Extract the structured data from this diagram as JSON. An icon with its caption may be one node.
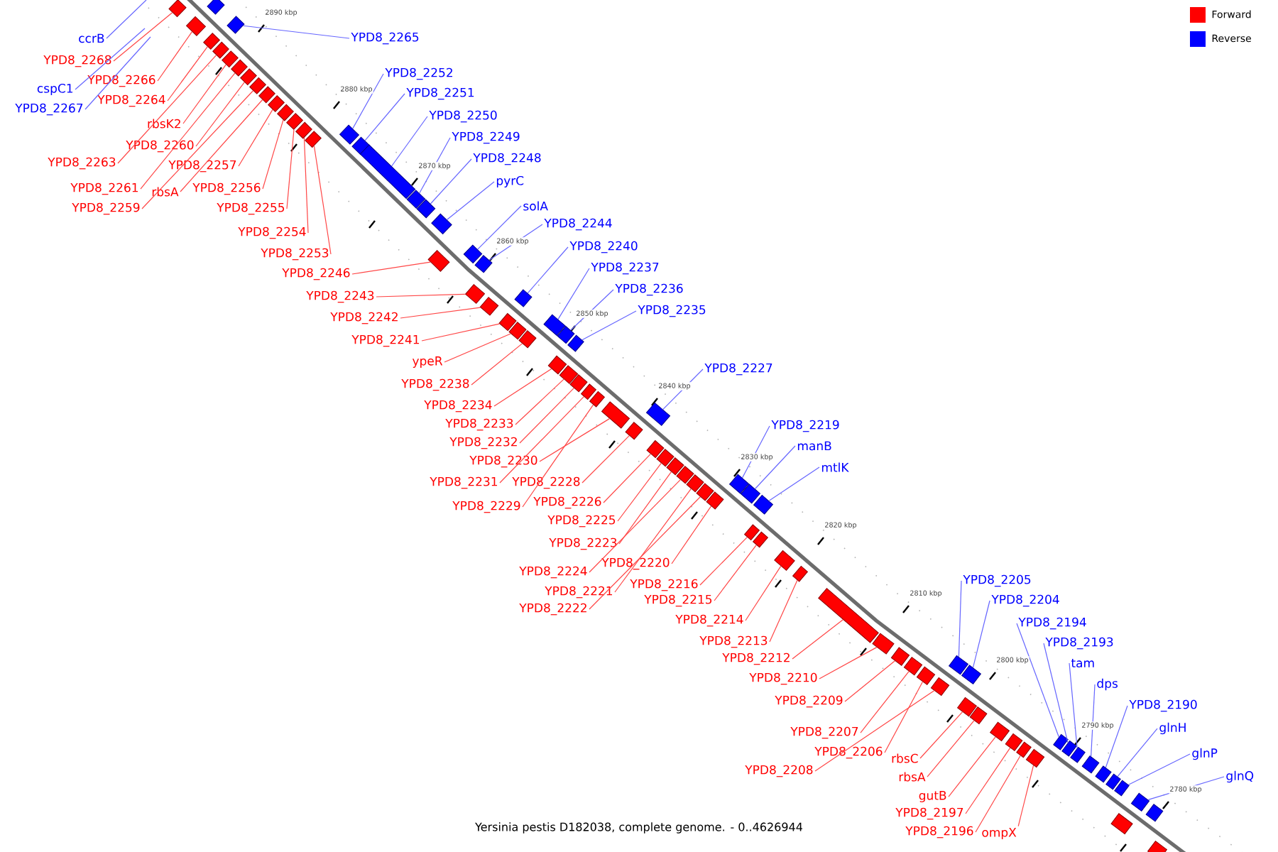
{
  "diagram": {
    "caption": "Yersinia pestis D182038, complete genome. - 0..4626944",
    "nodes": [
      {
        "text": [
          "ccrB"
        ]
      },
      {
        "text": [
          "YPD8_2265"
        ]
      },
      {
        "text": [
          "YPD8_2268"
        ]
      },
      {
        "text": [
          "YPD8_2252"
        ]
      },
      {
        "text": [
          "YPD8_2266"
        ]
      },
      {
        "text": [
          "cspC1"
        ]
      },
      {
        "text": [
          "YPD8_2251"
        ]
      },
      {
        "text": [
          "YPD8_2264"
        ]
      },
      {
        "text": [
          "YPD8_2267"
        ]
      },
      {
        "text": [
          "YPD8_2250"
        ]
      },
      {
        "text": [
          "rbsK2"
        ]
      },
      {
        "text": [
          "YPD8_2249"
        ]
      },
      {
        "text": [
          "YPD8_2260"
        ]
      },
      {
        "text": [
          "YPD8_2248"
        ]
      },
      {
        "text": [
          "YPD8_2263"
        ]
      },
      {
        "text": [
          "YPD8_2257"
        ]
      },
      {
        "text": [
          "pyrC"
        ]
      },
      {
        "text": [
          "YPD8_2261"
        ]
      },
      {
        "text": [
          "rbsA"
        ]
      },
      {
        "text": [
          "YPD8_2256"
        ]
      },
      {
        "text": [
          "solA"
        ]
      },
      {
        "text": [
          "YPD8_2259"
        ]
      },
      {
        "text": [
          "YPD8_2255"
        ]
      },
      {
        "text": [
          "YPD8_2244"
        ]
      },
      {
        "text": [
          "YPD8_2254"
        ]
      },
      {
        "text": [
          "YPD8_2240"
        ]
      },
      {
        "text": [
          "YPD8_2253"
        ]
      },
      {
        "text": [
          "YPD8_2237"
        ]
      },
      {
        "text": [
          "YPD8_2246"
        ]
      },
      {
        "text": [
          "YPD8_2236"
        ]
      },
      {
        "text": [
          "YPD8_2243"
        ]
      },
      {
        "text": [
          "YPD8_2235"
        ]
      },
      {
        "text": [
          "YPD8_2242"
        ]
      },
      {
        "text": [
          "YPD8_2241"
        ]
      },
      {
        "text": [
          "ypeR"
        ]
      },
      {
        "text": [
          "YPD8_2227"
        ]
      },
      {
        "text": [
          "YPD8_2238"
        ]
      },
      {
        "text": [
          "YPD8_2234"
        ]
      },
      {
        "text": [
          "YPD8_2233"
        ]
      },
      {
        "text": [
          "YPD8_2219"
        ]
      },
      {
        "text": [
          "YPD8_2232"
        ]
      },
      {
        "text": [
          "manB"
        ]
      },
      {
        "text": [
          "YPD8_2230"
        ]
      },
      {
        "text": [
          "mtlK"
        ]
      },
      {
        "text": [
          "YPD8_2231"
        ]
      },
      {
        "text": [
          "YPD8_2228"
        ]
      },
      {
        "text": [
          "YPD8_2229"
        ]
      },
      {
        "text": [
          "YPD8_2226"
        ]
      },
      {
        "text": [
          "YPD8_2225"
        ]
      },
      {
        "text": [
          "YPD8_2223"
        ]
      },
      {
        "text": [
          "YPD8_2220"
        ]
      },
      {
        "text": [
          "YPD8_2224"
        ]
      },
      {
        "text": [
          "YPD8_2216"
        ]
      },
      {
        "text": [
          "YPD8_2221"
        ]
      },
      {
        "text": [
          "YPD8_2215"
        ]
      },
      {
        "text": [
          "YPD8_2222"
        ]
      },
      {
        "text": [
          "YPD8_2214"
        ]
      },
      {
        "text": [
          "YPD8_2213"
        ]
      },
      {
        "text": [
          "YPD8_2205"
        ]
      },
      {
        "text": [
          "YPD8_2204"
        ]
      },
      {
        "text": [
          "YPD8_2212"
        ]
      },
      {
        "text": [
          "YPD8_2194"
        ]
      },
      {
        "text": [
          "YPD8_2193"
        ]
      },
      {
        "text": [
          "tam"
        ]
      },
      {
        "text": [
          "YPD8_2210"
        ]
      },
      {
        "text": [
          "dps"
        ]
      },
      {
        "text": [
          "YPD8_2209"
        ]
      },
      {
        "text": [
          "YPD8_2190"
        ]
      },
      {
        "text": [
          "glnH"
        ]
      },
      {
        "text": [
          "YPD8_2207"
        ]
      },
      {
        "text": [
          "glnP"
        ]
      },
      {
        "text": [
          "YPD8_2206"
        ]
      },
      {
        "text": [
          "rbsC"
        ]
      },
      {
        "text": [
          "YPD8_2208"
        ]
      },
      {
        "text": [
          "rbsA"
        ]
      },
      {
        "text": [
          "glnQ"
        ]
      },
      {
        "text": [
          "gutB"
        ]
      },
      {
        "text": [
          "YPD8_2197"
        ]
      },
      {
        "text": [
          "YPD8_2196"
        ]
      },
      {
        "text": [
          "ompX"
        ]
      },
      {
        "text": [],
        "shape": "bar"
      },
      {
        "text": [],
        "shape": "bar"
      },
      {
        "text": [],
        "shape": "bar"
      },
      {
        "text": [],
        "shape": "bar"
      },
      {
        "text": [],
        "shape": "bar"
      },
      {
        "text": [],
        "shape": "bar"
      },
      {
        "text": [],
        "shape": "bar"
      },
      {
        "text": [],
        "shape": "bar"
      },
      {
        "text": [],
        "shape": "bar"
      },
      {
        "text": [],
        "shape": "bar"
      },
      {
        "text": [],
        "shape": "bar"
      },
      {
        "text": [],
        "shape": "bar"
      },
      {
        "text": [],
        "shape": "bar"
      },
      {
        "text": [],
        "shape": "bar"
      },
      {
        "text": [],
        "shape": "bar"
      },
      {
        "text": [],
        "shape": "bar"
      },
      {
        "text": [],
        "shape": "bar"
      },
      {
        "text": [],
        "shape": "bar"
      },
      {
        "text": [],
        "shape": "bar"
      },
      {
        "text": [],
        "shape": "bar"
      },
      {
        "text": [],
        "shape": "bar"
      },
      {
        "text": [],
        "shape": "bar"
      },
      {
        "text": [],
        "shape": "bar"
      },
      {
        "text": [],
        "shape": "bar"
      },
      {
        "text": [],
        "shape": "bar"
      },
      {
        "text": [],
        "shape": "bar"
      },
      {
        "text": [],
        "shape": "bar"
      },
      {
        "text": [],
        "shape": "bar"
      },
      {
        "text": [],
        "shape": "bar"
      },
      {
        "text": [],
        "shape": "bar"
      },
      {
        "text": [],
        "shape": "bar"
      },
      {
        "text": [],
        "shape": "bar"
      },
      {
        "text": [],
        "shape": "bar"
      },
      {
        "text": [],
        "shape": "bar"
      },
      {
        "text": [],
        "shape": "bar"
      },
      {
        "text": [],
        "shape": "bar"
      },
      {
        "text": [],
        "shape": "bar"
      },
      {
        "text": [],
        "shape": "bar"
      },
      {
        "text": [],
        "shape": "bar"
      },
      {
        "text": [],
        "shape": "bar"
      },
      {
        "text": [],
        "shape": "bar"
      },
      {
        "text": [],
        "shape": "bar"
      },
      {
        "text": [],
        "shape": "bar"
      },
      {
        "text": [],
        "shape": "bar"
      },
      {
        "text": [],
        "shape": "bar"
      },
      {
        "text": [],
        "shape": "bar"
      },
      {
        "text": [],
        "shape": "bar"
      },
      {
        "text": [],
        "shape": "bar"
      },
      {
        "text": [],
        "shape": "bar"
      },
      {
        "text": [],
        "shape": "bar"
      },
      {
        "text": [],
        "shape": "bar"
      },
      {
        "text": [],
        "shape": "bar"
      },
      {
        "text": [],
        "shape": "bar"
      },
      {
        "text": [],
        "shape": "bar"
      },
      {
        "text": [],
        "shape": "bar"
      },
      {
        "text": [],
        "shape": "bar"
      },
      {
        "text": [],
        "shape": "bar"
      },
      {
        "text": [],
        "shape": "bar"
      },
      {
        "text": [],
        "shape": "bar"
      },
      {
        "text": [],
        "shape": "bar"
      },
      {
        "text": [],
        "shape": "bar"
      },
      {
        "text": [],
        "shape": "bar"
      },
      {
        "text": [],
        "shape": "bar"
      },
      {
        "text": [],
        "shape": "bar"
      },
      {
        "text": [],
        "shape": "bar"
      },
      {
        "text": [],
        "shape": "bar"
      },
      {
        "text": [],
        "shape": "bar"
      },
      {
        "text": [],
        "shape": "bar"
      },
      {
        "text": [],
        "shape": "bar"
      },
      {
        "text": [],
        "shape": "bar"
      },
      {
        "text": [],
        "shape": "bar"
      },
      {
        "text": [],
        "shape": "bar"
      },
      {
        "text": [],
        "shape": "bar"
      },
      {
        "text": [],
        "shape": "bar"
      },
      {
        "text": [],
        "shape": "bar"
      },
      {
        "text": [],
        "shape": "bar"
      },
      {
        "text": [],
        "shape": "bar"
      },
      {
        "text": [],
        "shape": "bar"
      },
      {
        "text": [],
        "shape": "bar"
      },
      {
        "text": [],
        "shape": "bar"
      },
      {
        "text": [],
        "shape": "bar"
      }
    ],
    "edges": [
      {
        "from": 0,
        "to": null,
        "arrow": "none",
        "color": "#6666ff"
      },
      {
        "from": 1,
        "to": 80,
        "arrow": "none",
        "color": "#6666ff"
      },
      {
        "from": 2,
        "to": 81,
        "arrow": "none"
      },
      {
        "from": 3,
        "to": 82,
        "arrow": "none",
        "color": "#6666ff"
      },
      {
        "from": 4,
        "to": 83,
        "arrow": "none"
      },
      {
        "from": 5,
        "to": null,
        "arrow": "none",
        "color": "#6666ff"
      },
      {
        "from": 6,
        "to": 84,
        "arrow": "none",
        "color": "#6666ff"
      },
      {
        "from": 7,
        "to": 85,
        "arrow": "none"
      },
      {
        "from": 8,
        "to": null,
        "arrow": "none",
        "color": "#6666ff"
      },
      {
        "from": 9,
        "to": 86,
        "arrow": "none",
        "color": "#6666ff"
      },
      {
        "from": 10,
        "to": 87,
        "arrow": "none"
      },
      {
        "from": 11,
        "to": 88,
        "arrow": "none",
        "color": "#6666ff"
      },
      {
        "from": 12,
        "to": 89,
        "arrow": "none"
      },
      {
        "from": 13,
        "to": 90,
        "arrow": "none",
        "color": "#6666ff"
      },
      {
        "from": 14,
        "to": 91,
        "arrow": "none"
      },
      {
        "from": 15,
        "to": 92,
        "arrow": "none"
      },
      {
        "from": 16,
        "to": 93,
        "arrow": "none",
        "color": "#6666ff"
      },
      {
        "from": 17,
        "to": 94,
        "arrow": "none"
      },
      {
        "from": 18,
        "to": 95,
        "arrow": "none"
      },
      {
        "from": 19,
        "to": 96,
        "arrow": "none"
      },
      {
        "from": 20,
        "to": 97,
        "arrow": "none",
        "color": "#6666ff"
      },
      {
        "from": 21,
        "to": 98,
        "arrow": "none"
      },
      {
        "from": 22,
        "to": 99,
        "arrow": "none"
      },
      {
        "from": 23,
        "to": 100,
        "arrow": "none",
        "color": "#6666ff"
      },
      {
        "from": 24,
        "to": 101,
        "arrow": "none"
      },
      {
        "from": 25,
        "to": 102,
        "arrow": "none",
        "color": "#6666ff"
      },
      {
        "from": 26,
        "to": 103,
        "arrow": "none"
      },
      {
        "from": 27,
        "to": 104,
        "arrow": "none",
        "color": "#6666ff"
      },
      {
        "from": 28,
        "to": 105,
        "arrow": "none"
      },
      {
        "from": 29,
        "to": 106,
        "arrow": "none",
        "color": "#6666ff"
      },
      {
        "from": 30,
        "to": 107,
        "arrow": "none"
      },
      {
        "from": 31,
        "to": 108,
        "arrow": "none",
        "color": "#6666ff"
      },
      {
        "from": 32,
        "to": 109,
        "arrow": "none"
      },
      {
        "from": 33,
        "to": 110,
        "arrow": "none"
      },
      {
        "from": 34,
        "to": 111,
        "arrow": "none"
      },
      {
        "from": 35,
        "to": 112,
        "arrow": "none",
        "color": "#6666ff"
      },
      {
        "from": 36,
        "to": 113,
        "arrow": "none"
      },
      {
        "from": 37,
        "to": 114,
        "arrow": "none"
      },
      {
        "from": 38,
        "to": 115,
        "arrow": "none"
      },
      {
        "from": 39,
        "to": 116,
        "arrow": "none",
        "color": "#6666ff"
      },
      {
        "from": 40,
        "to": 117,
        "arrow": "none"
      },
      {
        "from": 41,
        "to": 118,
        "arrow": "none",
        "color": "#6666ff"
      },
      {
        "from": 42,
        "to": 119,
        "arrow": "none"
      },
      {
        "from": 43,
        "to": 120,
        "arrow": "none",
        "color": "#6666ff"
      },
      {
        "from": 44,
        "to": 121,
        "arrow": "none"
      },
      {
        "from": 45,
        "to": 122,
        "arrow": "none"
      },
      {
        "from": 46,
        "to": 123,
        "arrow": "none"
      },
      {
        "from": 47,
        "to": 124,
        "arrow": "none"
      },
      {
        "from": 48,
        "to": 125,
        "arrow": "none"
      },
      {
        "from": 49,
        "to": 126,
        "arrow": "none"
      },
      {
        "from": 50,
        "to": 127,
        "arrow": "none"
      },
      {
        "from": 51,
        "to": 128,
        "arrow": "none"
      },
      {
        "from": 52,
        "to": 129,
        "arrow": "none"
      },
      {
        "from": 53,
        "to": 130,
        "arrow": "none"
      },
      {
        "from": 54,
        "to": 131,
        "arrow": "none"
      },
      {
        "from": 55,
        "to": 132,
        "arrow": "none"
      },
      {
        "from": 56,
        "to": 133,
        "arrow": "none"
      },
      {
        "from": 57,
        "to": 134,
        "arrow": "none"
      },
      {
        "from": 58,
        "to": 135,
        "arrow": "none",
        "color": "#6666ff"
      },
      {
        "from": 59,
        "to": 136,
        "arrow": "none",
        "color": "#6666ff"
      },
      {
        "from": 60,
        "to": 137,
        "arrow": "none"
      },
      {
        "from": 61,
        "to": 138,
        "arrow": "none",
        "color": "#6666ff"
      },
      {
        "from": 62,
        "to": 139,
        "arrow": "none",
        "color": "#6666ff"
      },
      {
        "from": 63,
        "to": 140,
        "arrow": "none",
        "color": "#6666ff"
      },
      {
        "from": 64,
        "to": 141,
        "arrow": "none"
      },
      {
        "from": 65,
        "to": 142,
        "arrow": "none",
        "color": "#6666ff"
      },
      {
        "from": 66,
        "to": 143,
        "arrow": "none"
      },
      {
        "from": 67,
        "to": 144,
        "arrow": "none",
        "color": "#6666ff"
      },
      {
        "from": 68,
        "to": 145,
        "arrow": "none",
        "color": "#6666ff"
      },
      {
        "from": 69,
        "to": 146,
        "arrow": "none"
      },
      {
        "from": 70,
        "to": 147,
        "arrow": "none",
        "color": "#6666ff"
      },
      {
        "from": 71,
        "to": 148,
        "arrow": "none"
      },
      {
        "from": 72,
        "to": 149,
        "arrow": "none"
      },
      {
        "from": 73,
        "to": 150,
        "arrow": "none"
      },
      {
        "from": 74,
        "to": 151,
        "arrow": "none"
      },
      {
        "from": 75,
        "to": 152,
        "arrow": "none",
        "color": "#6666ff"
      },
      {
        "from": 76,
        "to": 153,
        "arrow": "none"
      },
      {
        "from": 77,
        "to": 154,
        "arrow": "none"
      },
      {
        "from": 78,
        "to": 155,
        "arrow": "none"
      },
      {
        "from": 79,
        "to": 156,
        "arrow": "none"
      }
    ],
    "labels": [
      "2890 kbp",
      "2880 kbp",
      "2870 kbp",
      "2860 kbp",
      "2850 kbp",
      "2840 kbp",
      "2830 kbp",
      "2820 kbp",
      "2810 kbp",
      "2800 kbp",
      "2790 kbp",
      "2780 kbp"
    ],
    "legend": [
      {
        "text": "Forward",
        "color": "#ff0000"
      },
      {
        "text": "Reverse",
        "color": "#0000ff"
      }
    ]
  }
}
